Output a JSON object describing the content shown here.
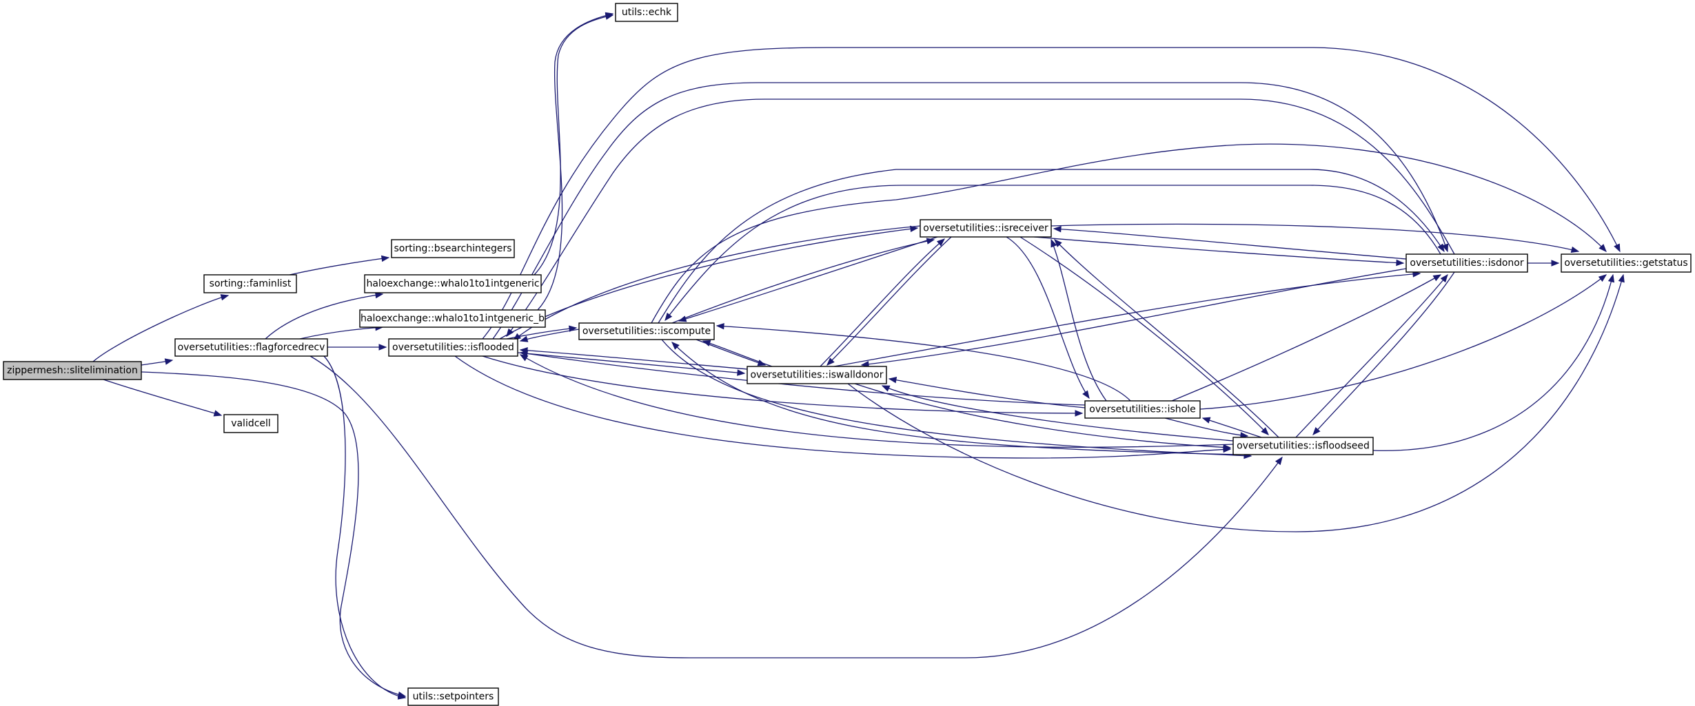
{
  "diagram": {
    "type": "call-graph",
    "root": "zippermesh_slitelimination",
    "colors": {
      "edge": "#191970",
      "root_fill": "#bfbfbf",
      "node_fill": "#ffffff",
      "node_border": "#000000"
    },
    "nodes": [
      {
        "id": "zippermesh_slitelimination",
        "label": "zippermesh::slitelimination",
        "root": true
      },
      {
        "id": "sorting_faminlist",
        "label": "sorting::faminlist"
      },
      {
        "id": "sorting_bsearchintegers",
        "label": "sorting::bsearchintegers"
      },
      {
        "id": "oversetutilities_flagforcedrecv",
        "label": "oversetutilities::flagforcedrecv"
      },
      {
        "id": "haloexchange_whalo1to1intgeneric",
        "label": "haloexchange::whalo1to1intgeneric"
      },
      {
        "id": "haloexchange_whalo1to1intgeneric_b",
        "label": "haloexchange::whalo1to1intgeneric_b"
      },
      {
        "id": "utils_echk",
        "label": "utils::echk"
      },
      {
        "id": "oversetutilities_isflooded",
        "label": "oversetutilities::isflooded"
      },
      {
        "id": "oversetutilities_iscompute",
        "label": "oversetutilities::iscompute"
      },
      {
        "id": "oversetutilities_iswalldonor",
        "label": "oversetutilities::iswalldonor"
      },
      {
        "id": "oversetutilities_isreceiver",
        "label": "oversetutilities::isreceiver"
      },
      {
        "id": "oversetutilities_ishole",
        "label": "oversetutilities::ishole"
      },
      {
        "id": "oversetutilities_isfloodseed",
        "label": "oversetutilities::isfloodseed"
      },
      {
        "id": "oversetutilities_isdonor",
        "label": "oversetutilities::isdonor"
      },
      {
        "id": "oversetutilities_getstatus",
        "label": "oversetutilities::getstatus"
      },
      {
        "id": "validcell",
        "label": "validcell"
      },
      {
        "id": "utils_setpointers",
        "label": "utils::setpointers"
      }
    ],
    "edges": [
      {
        "from": "zippermesh_slitelimination",
        "to": "sorting_faminlist"
      },
      {
        "from": "zippermesh_slitelimination",
        "to": "oversetutilities_flagforcedrecv"
      },
      {
        "from": "zippermesh_slitelimination",
        "to": "validcell"
      },
      {
        "from": "zippermesh_slitelimination",
        "to": "utils_setpointers"
      },
      {
        "from": "sorting_faminlist",
        "to": "sorting_bsearchintegers"
      },
      {
        "from": "oversetutilities_flagforcedrecv",
        "to": "haloexchange_whalo1to1intgeneric"
      },
      {
        "from": "oversetutilities_flagforcedrecv",
        "to": "haloexchange_whalo1to1intgeneric_b"
      },
      {
        "from": "oversetutilities_flagforcedrecv",
        "to": "oversetutilities_isflooded"
      },
      {
        "from": "oversetutilities_flagforcedrecv",
        "to": "utils_setpointers"
      },
      {
        "from": "oversetutilities_flagforcedrecv",
        "to": "oversetutilities_isfloodseed"
      },
      {
        "from": "haloexchange_whalo1to1intgeneric",
        "to": "utils_echk"
      },
      {
        "from": "haloexchange_whalo1to1intgeneric_b",
        "to": "utils_echk"
      },
      {
        "from": "oversetutilities_isflooded",
        "to": "oversetutilities_getstatus"
      },
      {
        "from": "oversetutilities_isflooded",
        "to": "oversetutilities_isdonor"
      },
      {
        "from": "oversetutilities_isdonor",
        "to": "oversetutilities_isflooded"
      },
      {
        "from": "oversetutilities_isflooded",
        "to": "oversetutilities_iscompute"
      },
      {
        "from": "oversetutilities_iscompute",
        "to": "oversetutilities_isflooded"
      },
      {
        "from": "oversetutilities_isflooded",
        "to": "oversetutilities_isreceiver"
      },
      {
        "from": "oversetutilities_isreceiver",
        "to": "oversetutilities_isflooded"
      },
      {
        "from": "oversetutilities_isflooded",
        "to": "oversetutilities_iswalldonor"
      },
      {
        "from": "oversetutilities_iswalldonor",
        "to": "oversetutilities_isflooded"
      },
      {
        "from": "oversetutilities_isflooded",
        "to": "oversetutilities_ishole"
      },
      {
        "from": "oversetutilities_ishole",
        "to": "oversetutilities_isflooded"
      },
      {
        "from": "oversetutilities_isflooded",
        "to": "oversetutilities_isfloodseed"
      },
      {
        "from": "oversetutilities_isfloodseed",
        "to": "oversetutilities_isflooded"
      },
      {
        "from": "oversetutilities_iscompute",
        "to": "oversetutilities_getstatus"
      },
      {
        "from": "oversetutilities_iscompute",
        "to": "oversetutilities_isdonor"
      },
      {
        "from": "oversetutilities_isdonor",
        "to": "oversetutilities_iscompute"
      },
      {
        "from": "oversetutilities_iscompute",
        "to": "oversetutilities_isreceiver"
      },
      {
        "from": "oversetutilities_isreceiver",
        "to": "oversetutilities_iscompute"
      },
      {
        "from": "oversetutilities_iscompute",
        "to": "oversetutilities_iswalldonor"
      },
      {
        "from": "oversetutilities_iswalldonor",
        "to": "oversetutilities_iscompute"
      },
      {
        "from": "oversetutilities_ishole",
        "to": "oversetutilities_iscompute"
      },
      {
        "from": "oversetutilities_iscompute",
        "to": "oversetutilities_isfloodseed"
      },
      {
        "from": "oversetutilities_isfloodseed",
        "to": "oversetutilities_iscompute"
      },
      {
        "from": "oversetutilities_iswalldonor",
        "to": "oversetutilities_isreceiver"
      },
      {
        "from": "oversetutilities_isreceiver",
        "to": "oversetutilities_iswalldonor"
      },
      {
        "from": "oversetutilities_iswalldonor",
        "to": "oversetutilities_isdonor"
      },
      {
        "from": "oversetutilities_isdonor",
        "to": "oversetutilities_iswalldonor"
      },
      {
        "from": "oversetutilities_ishole",
        "to": "oversetutilities_iswalldonor"
      },
      {
        "from": "oversetutilities_iswalldonor",
        "to": "oversetutilities_isfloodseed"
      },
      {
        "from": "oversetutilities_isfloodseed",
        "to": "oversetutilities_iswalldonor"
      },
      {
        "from": "oversetutilities_iswalldonor",
        "to": "oversetutilities_getstatus"
      },
      {
        "from": "oversetutilities_isreceiver",
        "to": "oversetutilities_isdonor"
      },
      {
        "from": "oversetutilities_isdonor",
        "to": "oversetutilities_isreceiver"
      },
      {
        "from": "oversetutilities_isreceiver",
        "to": "oversetutilities_getstatus"
      },
      {
        "from": "oversetutilities_isreceiver",
        "to": "oversetutilities_ishole"
      },
      {
        "from": "oversetutilities_ishole",
        "to": "oversetutilities_isreceiver"
      },
      {
        "from": "oversetutilities_isreceiver",
        "to": "oversetutilities_isfloodseed"
      },
      {
        "from": "oversetutilities_isfloodseed",
        "to": "oversetutilities_isreceiver"
      },
      {
        "from": "oversetutilities_ishole",
        "to": "oversetutilities_isdonor"
      },
      {
        "from": "oversetutilities_ishole",
        "to": "oversetutilities_getstatus"
      },
      {
        "from": "oversetutilities_ishole",
        "to": "oversetutilities_isfloodseed"
      },
      {
        "from": "oversetutilities_isfloodseed",
        "to": "oversetutilities_ishole"
      },
      {
        "from": "oversetutilities_isfloodseed",
        "to": "oversetutilities_isdonor"
      },
      {
        "from": "oversetutilities_isdonor",
        "to": "oversetutilities_isfloodseed"
      },
      {
        "from": "oversetutilities_isfloodseed",
        "to": "oversetutilities_getstatus"
      },
      {
        "from": "oversetutilities_isdonor",
        "to": "oversetutilities_getstatus"
      }
    ]
  }
}
